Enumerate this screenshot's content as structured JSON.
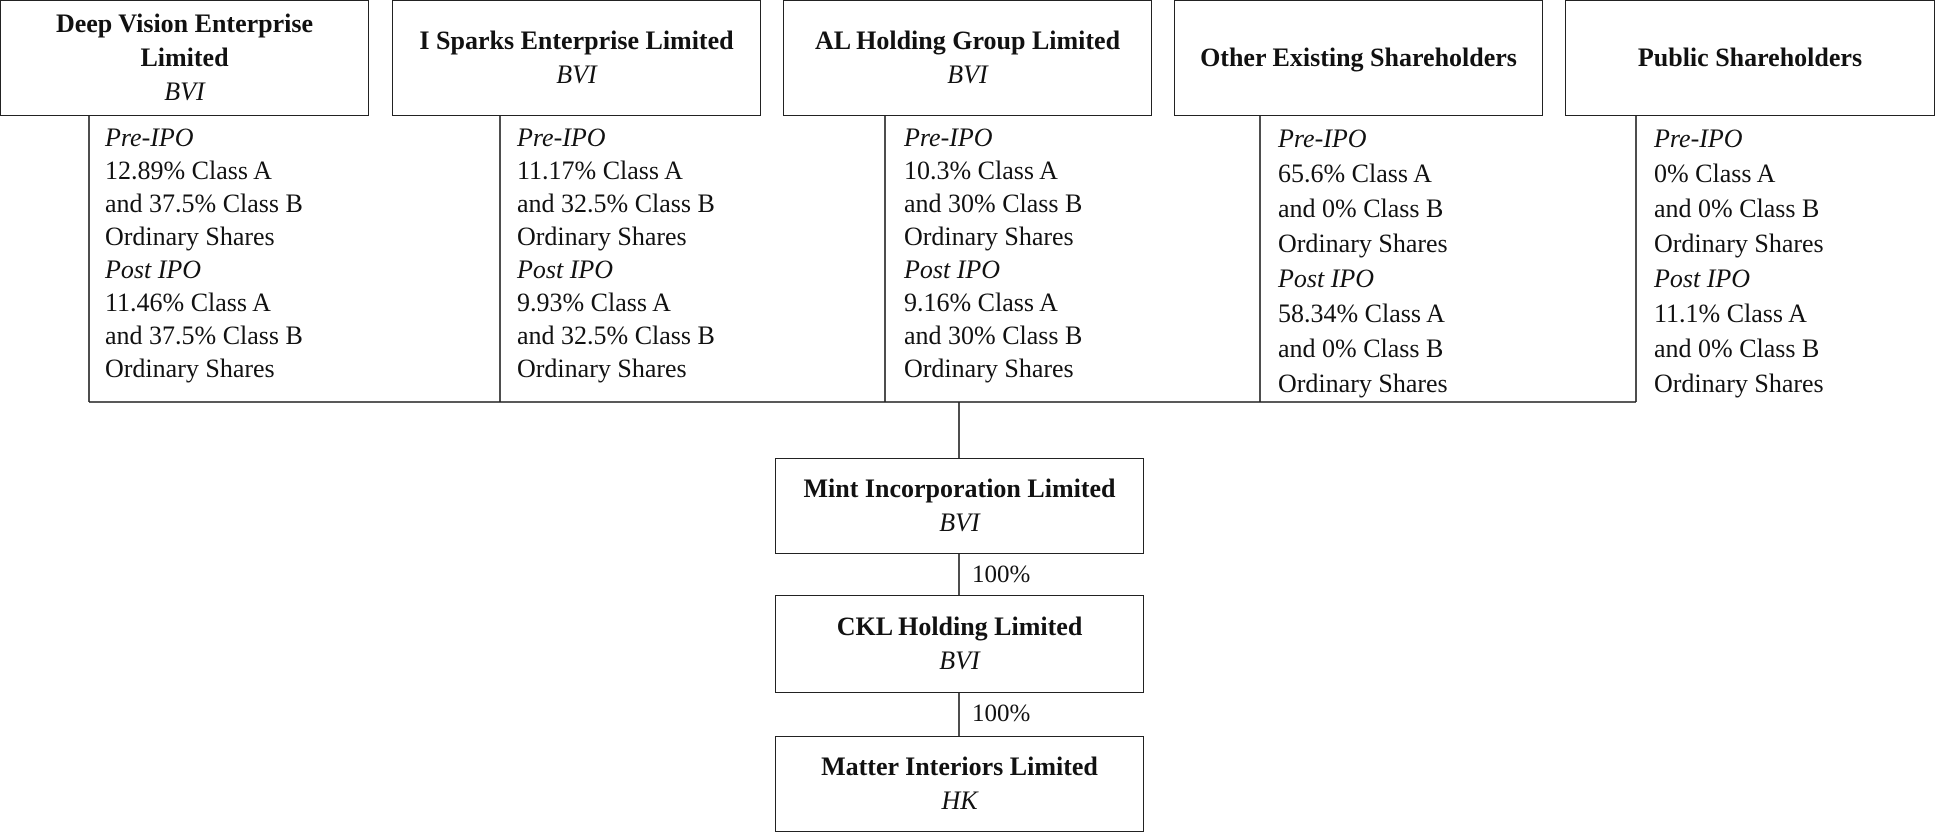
{
  "shareholders": [
    {
      "name": "Deep Vision Enterprise Limited",
      "jurisdiction": "BVI",
      "pre_label": "Pre-IPO",
      "pre_lines": [
        "12.89% Class A",
        "and 37.5% Class B",
        "Ordinary Shares"
      ],
      "post_label": "Post IPO",
      "post_lines": [
        "11.46% Class A",
        "and 37.5% Class B",
        "Ordinary Shares"
      ]
    },
    {
      "name": "I Sparks Enterprise Limited",
      "jurisdiction": "BVI",
      "pre_label": "Pre-IPO",
      "pre_lines": [
        "11.17% Class A",
        "and 32.5% Class B",
        "Ordinary Shares"
      ],
      "post_label": "Post IPO",
      "post_lines": [
        "9.93% Class A",
        "and 32.5% Class B",
        "Ordinary Shares"
      ]
    },
    {
      "name": "AL Holding Group Limited",
      "jurisdiction": "BVI",
      "pre_label": "Pre-IPO",
      "pre_lines": [
        "10.3% Class A",
        "and 30% Class B",
        "Ordinary Shares"
      ],
      "post_label": "Post IPO",
      "post_lines": [
        "9.16% Class A",
        "and 30% Class B",
        "Ordinary Shares"
      ]
    },
    {
      "name": "Other Existing Shareholders",
      "jurisdiction": "",
      "pre_label": "Pre-IPO",
      "pre_lines": [
        "65.6% Class A",
        "and 0% Class B",
        "Ordinary Shares"
      ],
      "post_label": "Post IPO",
      "post_lines": [
        "58.34% Class A",
        "and 0% Class B",
        "Ordinary Shares"
      ]
    },
    {
      "name": "Public Shareholders",
      "jurisdiction": "",
      "pre_label": "Pre-IPO",
      "pre_lines": [
        "0% Class A",
        "and 0% Class B",
        "Ordinary Shares"
      ],
      "post_label": "Post IPO",
      "post_lines": [
        "11.1% Class A",
        "and 0% Class B",
        "Ordinary Shares"
      ]
    }
  ],
  "entities": [
    {
      "name": "Mint Incorporation Limited",
      "jurisdiction": "BVI",
      "ownership_above": ""
    },
    {
      "name": "CKL Holding Limited",
      "jurisdiction": "BVI",
      "ownership_above": "100%"
    },
    {
      "name": "Matter Interiors Limited",
      "jurisdiction": "HK",
      "ownership_above": "100%"
    }
  ]
}
